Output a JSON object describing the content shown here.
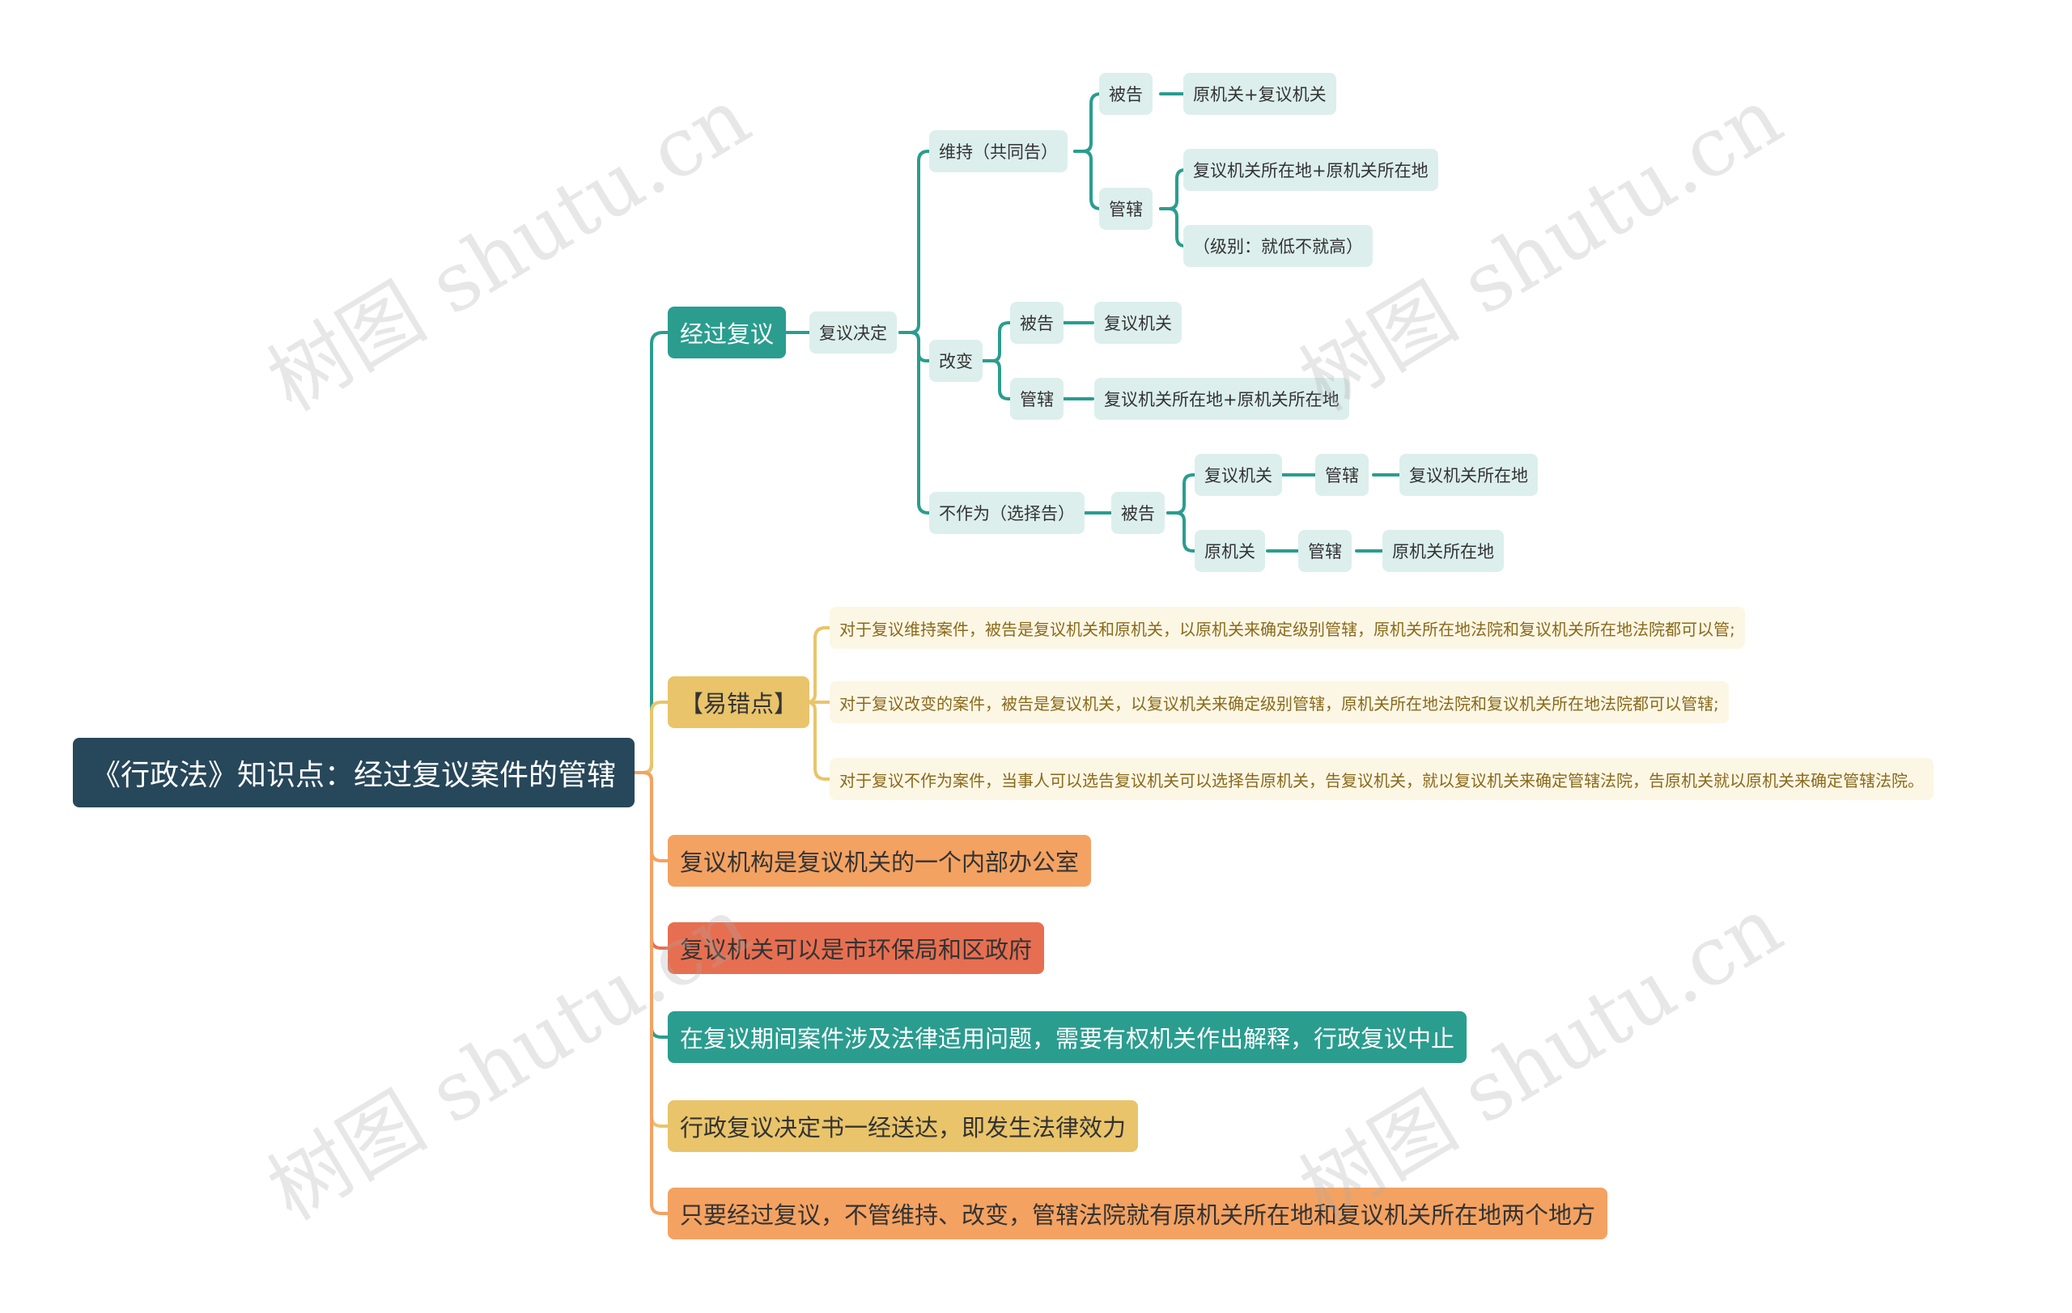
{
  "root": "《行政法》知识点：经过复议案件的管辖",
  "review_branch": {
    "label": "经过复议",
    "decision": {
      "label": "复议决定",
      "maintain": {
        "label": "维持（共同告）",
        "defendant_label": "被告",
        "defendant_value": "原机关+复议机关",
        "jurisdiction_label": "管辖",
        "jurisdiction_value": "复议机关所在地+原机关所在地",
        "level_note": "（级别：就低不就高）"
      },
      "change": {
        "label": "改变",
        "defendant_label": "被告",
        "defendant_value": "复议机关",
        "jurisdiction_label": "管辖",
        "jurisdiction_value": "复议机关所在地+原机关所在地"
      },
      "inaction": {
        "label": "不作为（选择告）",
        "defendant_label": "被告",
        "option1": "复议机关",
        "option1_jurisdiction_label": "管辖",
        "option1_jurisdiction_value": "复议机关所在地",
        "option2": "原机关",
        "option2_jurisdiction_label": "管辖",
        "option2_jurisdiction_value": "原机关所在地"
      }
    }
  },
  "error_prone": {
    "label": "【易错点】",
    "items": [
      "对于复议维持案件，被告是复议机关和原机关，以原机关来确定级别管辖，原机关所在地法院和复议机关所在地法院都可以管;",
      "对于复议改变的案件，被告是复议机关，以复议机关来确定级别管辖，原机关所在地法院和复议机关所在地法院都可以管辖;",
      "对于复议不作为案件，当事人可以选告复议机关可以选择告原机关，告复议机关，就以复议机关来确定管辖法院，告原机关就以原机关来确定管辖法院。"
    ]
  },
  "points": [
    "复议机构是复议机关的一个内部办公室",
    "复议机关可以是市环保局和区政府",
    "在复议期间案件涉及法律适用问题，需要有权机关作出解释，行政复议中止",
    "行政复议决定书一经送达，即发生法律效力",
    "只要经过复议，不管维持、改变，管辖法院就有原机关所在地和复议机关所在地两个地方"
  ],
  "colors": {
    "root": "#27475a",
    "teal": "#2a9d8f",
    "yellow": "#e9c46a",
    "orange": "#f4a261",
    "red": "#e76f51",
    "leaf_bg": "#dcefed",
    "note_bg": "#fcf6e4"
  },
  "watermark": "树图 shutu.cn"
}
